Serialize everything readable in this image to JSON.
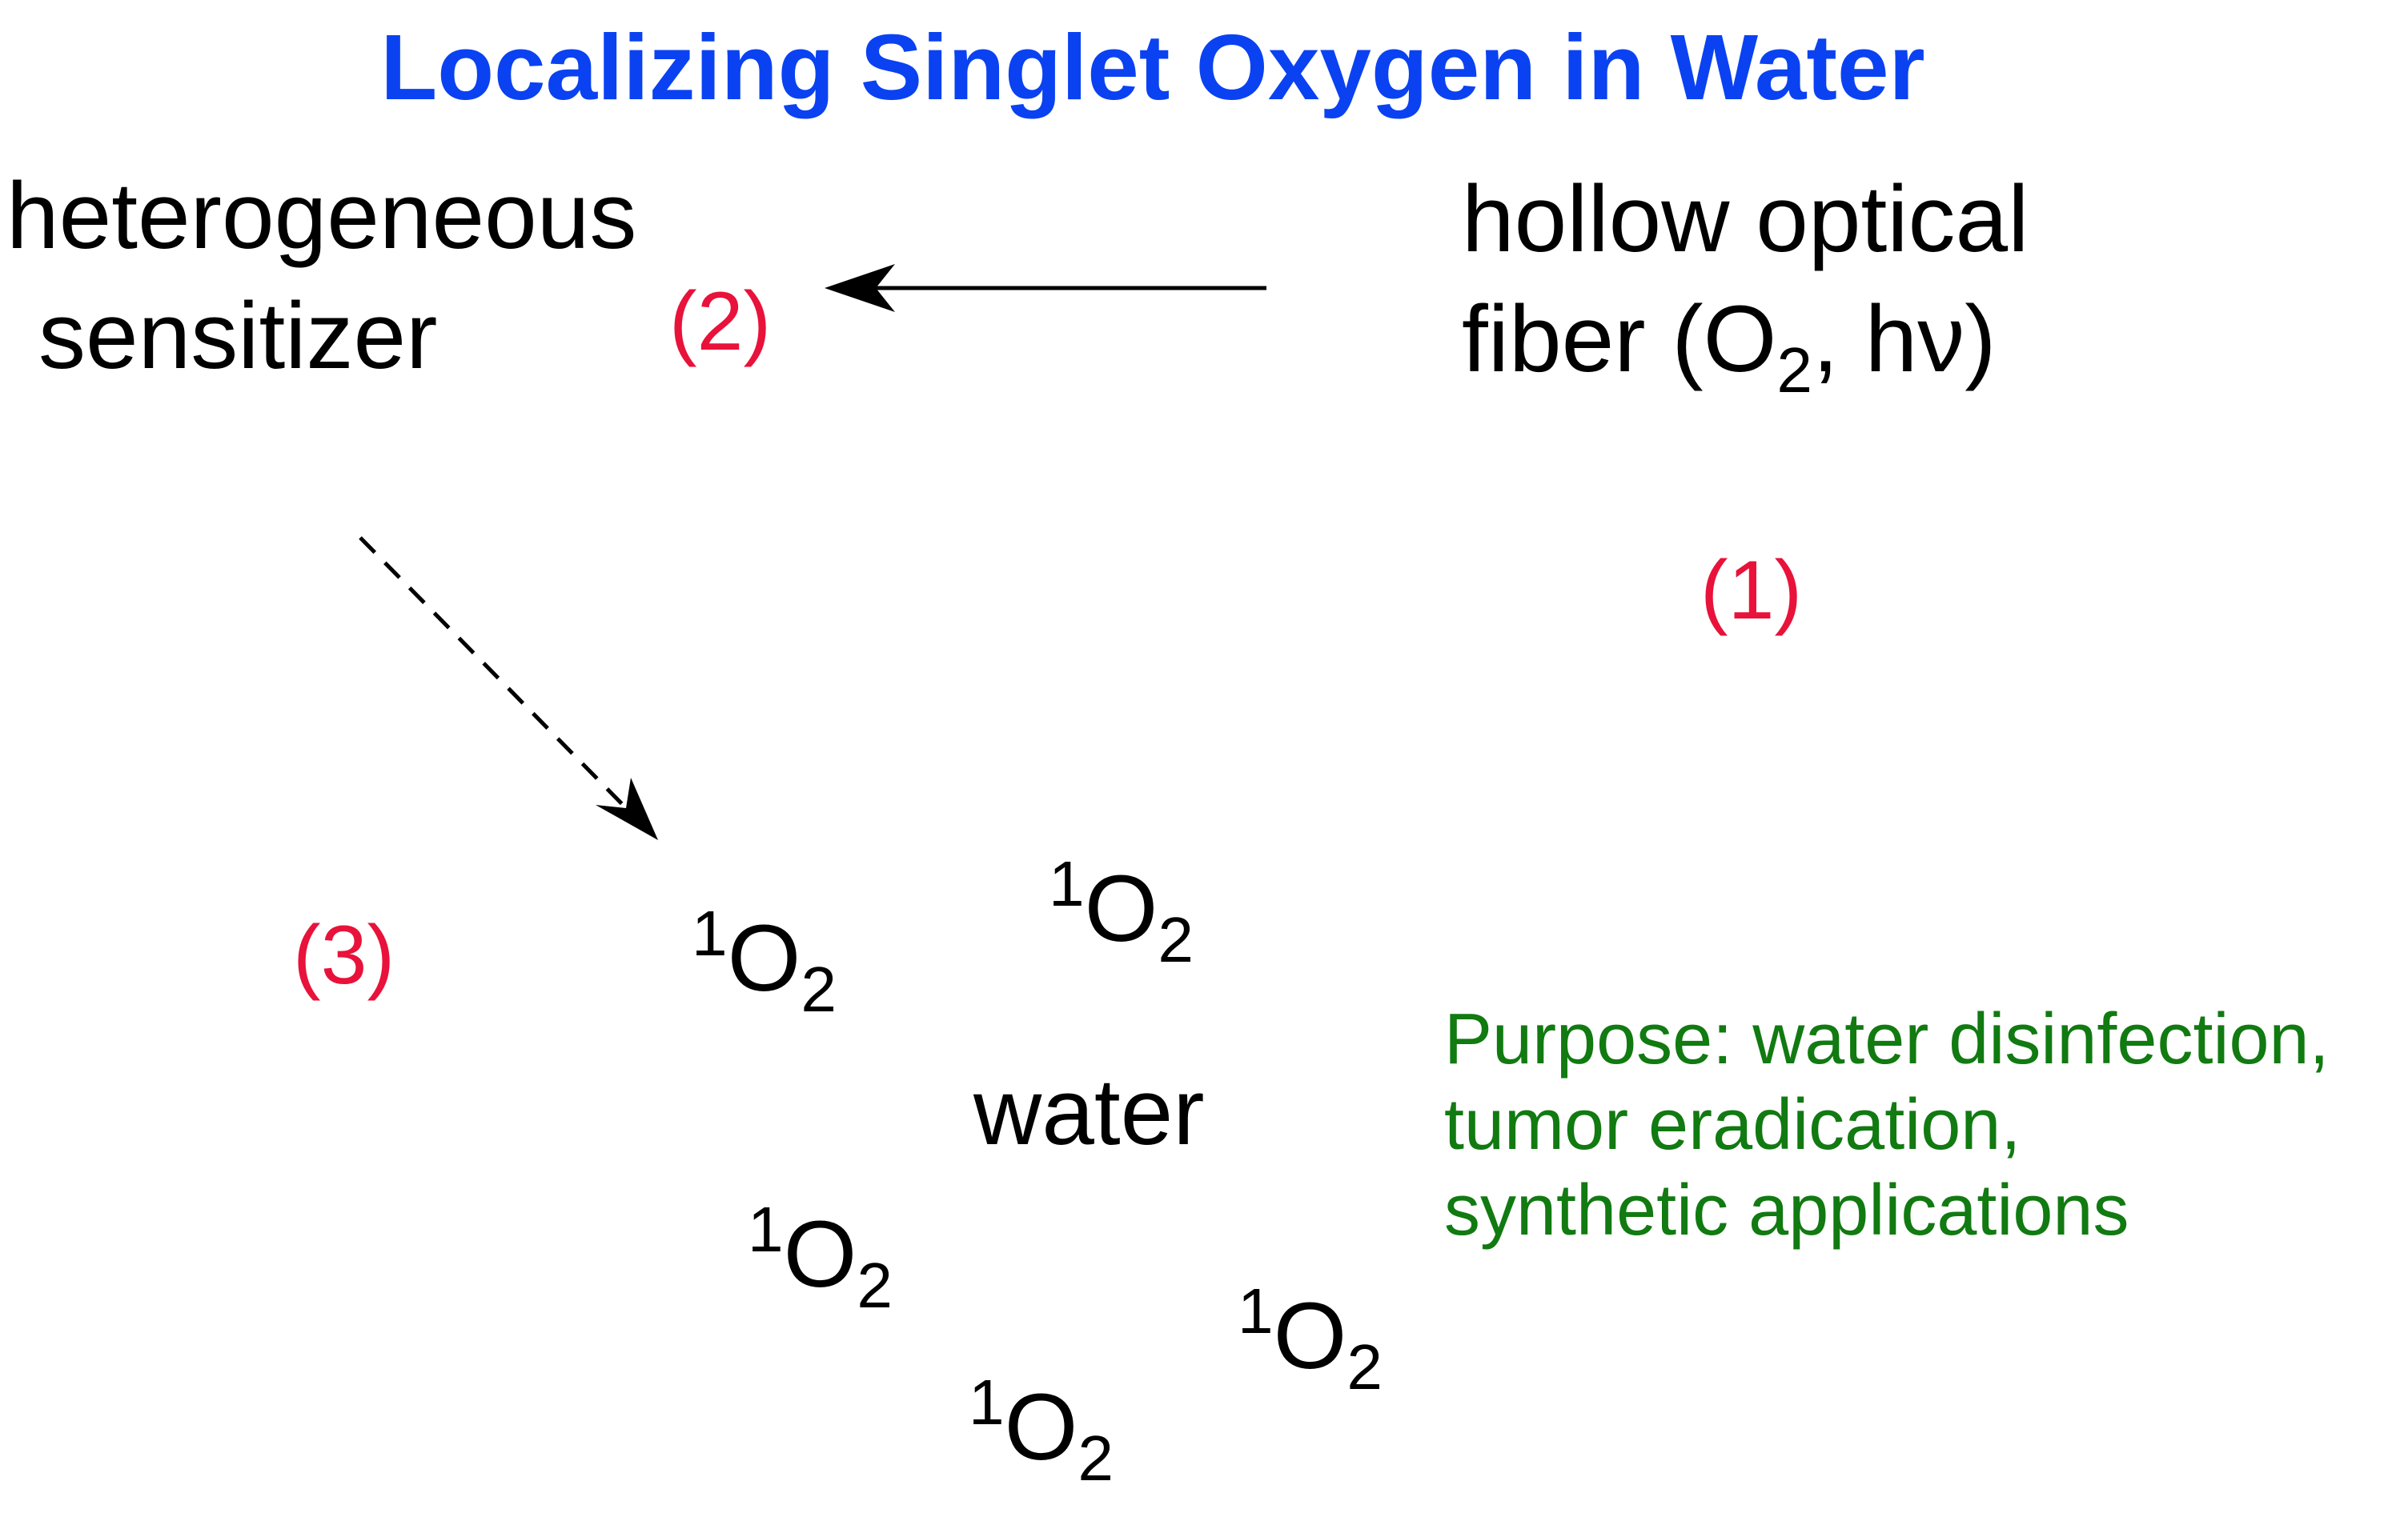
{
  "colors": {
    "title": "#0a42f2",
    "label": "#e8123a",
    "purpose": "#117a11",
    "text": "#000000"
  },
  "title": "Localizing Singlet Oxygen in Water",
  "sensitizer": {
    "line1": "heterogeneous",
    "line2": "sensitizer"
  },
  "fiber": {
    "line1": "hollow optical",
    "line2_prefix": "fiber (O",
    "line2_sub": "2",
    "line2_suffix": ", hν)"
  },
  "labels": {
    "step1": "(1)",
    "step2": "(2)",
    "step3": "(3)"
  },
  "water": "water",
  "singlet_oxygen": {
    "sup": "1",
    "base": "O",
    "sub": "2"
  },
  "purpose": {
    "line1": "Purpose: water disinfection,",
    "line2": "tumor eradication,",
    "line3": "synthetic applications"
  }
}
